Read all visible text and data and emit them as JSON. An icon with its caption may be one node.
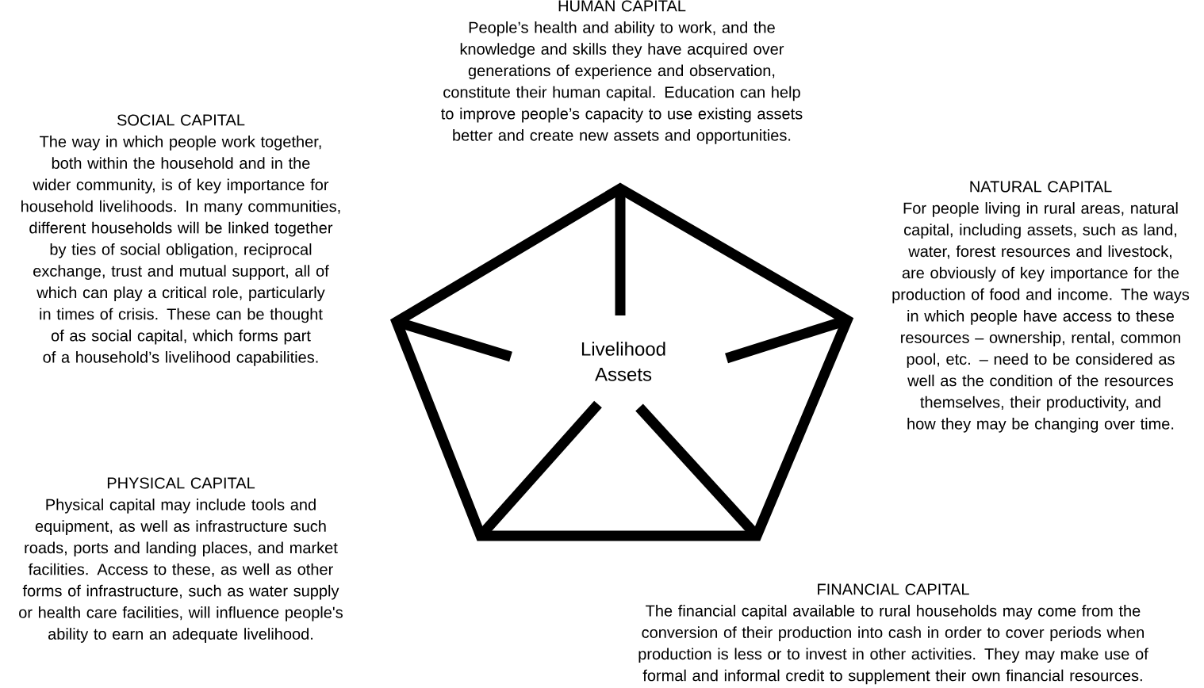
{
  "diagram": {
    "nodes": [
      {
        "text": [
          "Livelihood Assets"
        ]
      },
      {
        "text": [
          "HUMAN CAPITAL",
          "People’s health and ability to work, and the knowledge and skills they have acquired over generations of experience and observation, constitute their human capital. Education can help to improve people’s capacity to use existing assets better and create new assets and opportunities."
        ]
      },
      {
        "text": [
          "SOCIAL CAPITAL",
          "The way in which people work together, both within the household and in the wider community, is of key importance for household livelihoods. In many communities, different households will be linked together by ties of social obligation, reciprocal exchange, trust and mutual support, all of which can play a critical role, particularly in times of crisis. These can be thought of as social capital, which forms part of a household’s livelihood capabilities."
        ]
      },
      {
        "text": [
          "NATURAL CAPITAL",
          "For people living in rural areas, natural capital, including assets, such as land, water, forest resources and livestock, are obviously of key importance for the production of food and income. The ways in which people have access to these resources – ownership, rental, common pool, etc. – need to be considered as well as the condition of the resources themselves, their productivity, and how they may be changing over time."
        ]
      },
      {
        "text": [
          "PHYSICAL CAPITAL",
          "Physical capital may include tools and equipment, as well as infrastructure such roads, ports and landing places, and market facilities. Access to these, as well as other forms of infrastructure, such as water supply or health care facilities, will influence people's ability to earn an adequate livelihood."
        ]
      },
      {
        "text": [
          "FINANCIAL CAPITAL",
          "The financial capital available to rural households may come from the conversion of their production into cash in order to cover periods when production is less or to invest in other activities. They may make use of formal and informal credit to supplement their own financial resources."
        ]
      }
    ]
  }
}
